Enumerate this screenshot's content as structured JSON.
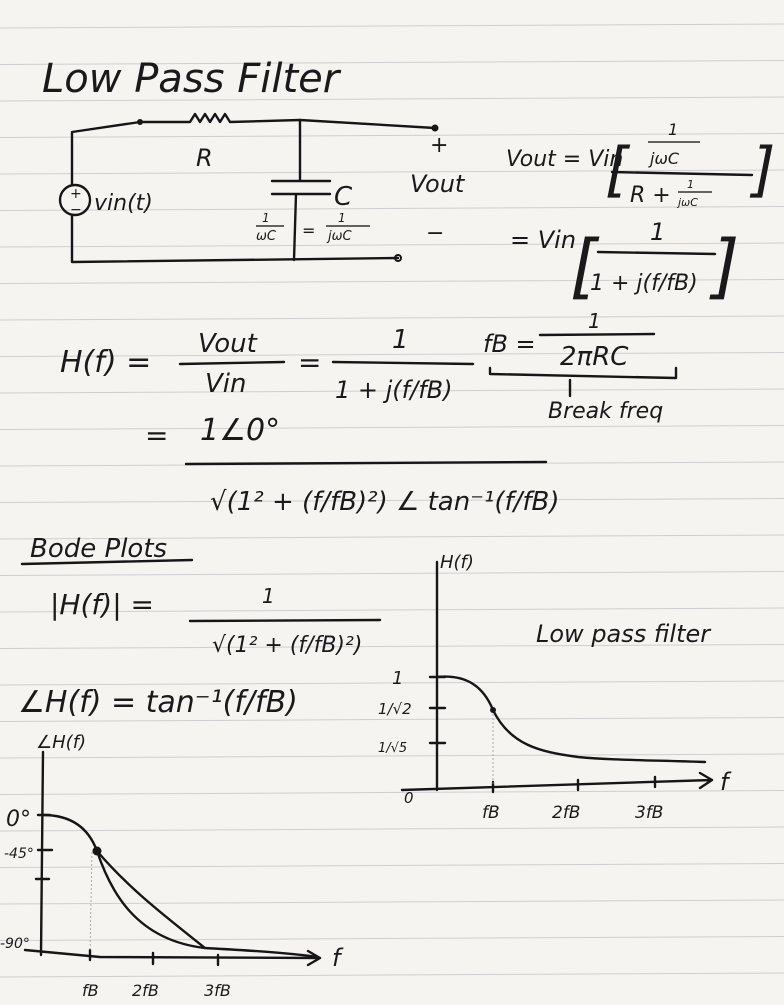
{
  "title": "Low Pass Filter",
  "circuit": {
    "resistor_label": "R",
    "capacitor_label": "C",
    "source_label": "vin(t)",
    "source_plus": "+",
    "source_minus": "−",
    "out_plus": "+",
    "out_label": "Vout",
    "out_minus": "−",
    "impedance_left": "1",
    "impedance_left_den": "ωC",
    "impedance_eq": "=",
    "impedance_right": "1",
    "impedance_right_den": "jωC"
  },
  "vout_eq": {
    "lhs": "Vout = Vin",
    "num": "1",
    "num_den": "jωC",
    "den": "R + ",
    "den_frac_num": "1",
    "den_frac_den": "jωC",
    "line2_lhs": "= Vin",
    "line2_num": "1",
    "line2_den": "1 + j(f/fB)"
  },
  "transfer": {
    "lhs": "H(f) =",
    "num1": "Vout",
    "den1": "Vin",
    "eq": "=",
    "num2": "1",
    "den2": "1 + j(f/fB)",
    "fb_lhs": "fB =",
    "fb_num": "1",
    "fb_den": "2πRC",
    "fb_note": "Break freq",
    "polar_eq": "=",
    "polar_num": "1∠0°",
    "polar_den": "√(1² + (f/fB)²) ∠ tan⁻¹(f/fB)"
  },
  "bode": {
    "heading": "Bode Plots",
    "mag_lhs": "|H(f)| =",
    "mag_num": "1",
    "mag_den": "√(1² + (f/fB)²)",
    "phase_eq": "∠H(f) = tan⁻¹(f/fB)"
  },
  "mag_plot": {
    "y_label": "H(f)",
    "x_label": "f",
    "annotation": "Low pass filter",
    "y_ticks": [
      "1",
      "1/√2",
      "1/√5"
    ],
    "origin": "0",
    "x_ticks": [
      "fB",
      "2fB",
      "3fB"
    ]
  },
  "phase_plot": {
    "y_label": "∠H(f)",
    "x_label": "f",
    "y_ticks": [
      "0°",
      "-45°",
      "-90°"
    ],
    "x_ticks": [
      "fB",
      "2fB",
      "3fB"
    ]
  }
}
